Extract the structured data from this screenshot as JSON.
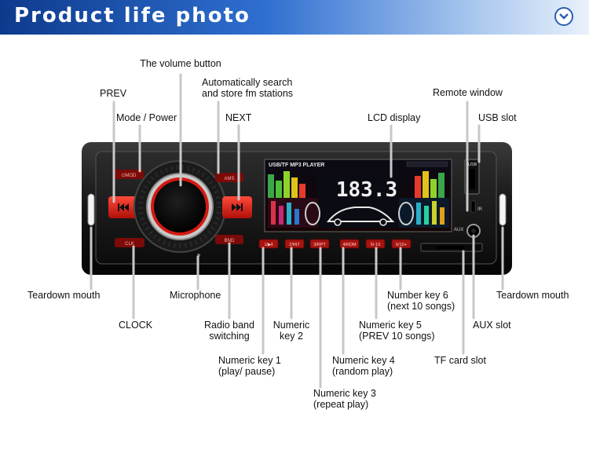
{
  "header": {
    "title": "Product life photo",
    "expand_icon": "chevron-down-icon"
  },
  "device": {
    "screen_title": "USB/TF MP3 PLAYER",
    "display_digits": "183.3",
    "usb_text": "USB",
    "ir_text": "IR",
    "aux_text": "AUX",
    "left_top_button": "⏻MOD",
    "left_bottom_button": "CLK",
    "right_top_button": "AMS",
    "right_bottom_button": "BND",
    "numeric_keys": [
      "1/▶‖",
      "2/INT",
      "3/RPT",
      "4/RDM",
      "5/-10",
      "6/10+"
    ]
  },
  "labels": {
    "volume": "The volume button",
    "auto_search_1": "Automatically search",
    "auto_search_2": "and store fm stations",
    "prev": "PREV",
    "mode_power": "Mode / Power",
    "next": "NEXT",
    "lcd": "LCD display",
    "remote": "Remote window",
    "usb_slot": "USB slot",
    "teardown_left": "Teardown mouth",
    "microphone": "Microphone",
    "clock": "CLOCK",
    "radio_1": "Radio band",
    "radio_2": "switching",
    "num2_1": "Numeric",
    "num2_2": "key 2",
    "num1_1": "Numeric key 1",
    "num1_2": "(play/ pause)",
    "num3_1": "Numeric key 3",
    "num3_2": "(repeat play)",
    "num4_1": "Numeric key 4",
    "num4_2": "(random play)",
    "num5_1": "Numeric key 5",
    "num5_2": "(PREV 10 songs)",
    "num6_1": "Number key 6",
    "num6_2": "(next 10 songs)",
    "aux_slot": "AUX slot",
    "tf_slot": "TF card slot",
    "teardown_right": "Teardown mouth"
  }
}
